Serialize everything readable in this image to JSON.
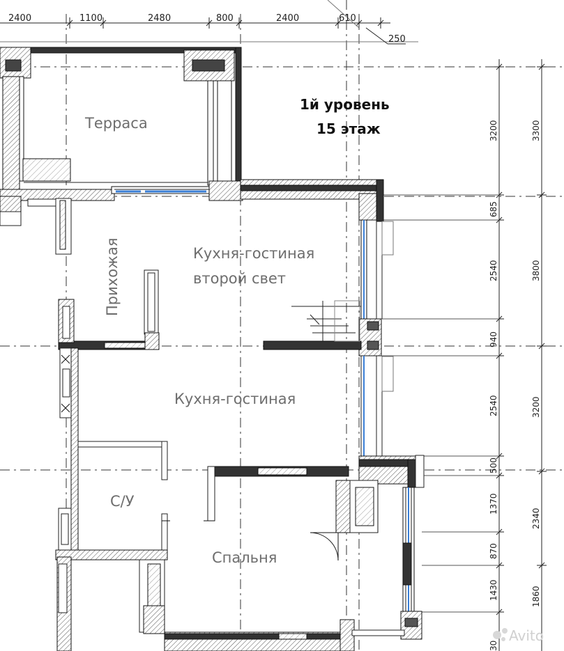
{
  "header": {
    "level": "1й уровень",
    "floor": "15 этаж"
  },
  "rooms": {
    "terrace": "Терраса",
    "hallway": "Прихожая",
    "kitchen_upper_1": "Кухня-гостиная",
    "kitchen_upper_2": "второй свет",
    "kitchen_lower": "Кухня-гостиная",
    "bathroom": "С/У",
    "bedroom": "Спальня"
  },
  "dimensions_top": [
    "2400",
    "1100",
    "2480",
    "800",
    "2400",
    "610",
    "250"
  ],
  "dimensions_right_inner": [
    "3200",
    "685",
    "2540",
    "940",
    "2540",
    "500",
    "1370",
    "870",
    "1430",
    "30"
  ],
  "dimensions_right_outer": [
    "3300",
    "3800",
    "3200",
    "2340",
    "1860"
  ],
  "watermark": "Avito"
}
